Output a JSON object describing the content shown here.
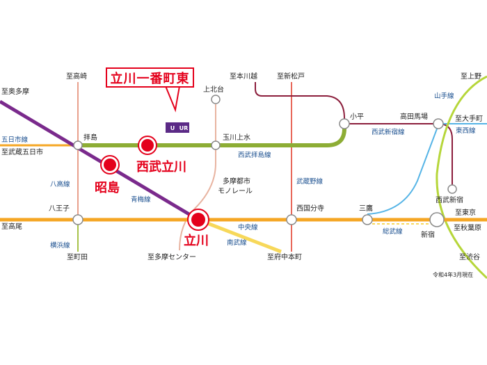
{
  "callout": {
    "title": "立川一番町東"
  },
  "badge": {
    "text": "UR"
  },
  "note": "令和4年3月現在",
  "colors": {
    "chuo": "#f5a623",
    "haijima": "#8dad35",
    "ome": "#7a2a8c",
    "shinjuku": "#8b1d3b",
    "musashino": "#e8685a",
    "nambu": "#f7d85a",
    "monorail": "#e8b3a0",
    "yamanote": "#b6d63a",
    "tozai": "#55b4e6",
    "station": "#ffffff",
    "highlight": "#e4001b"
  },
  "highlights": [
    {
      "name": "昭島"
    },
    {
      "name": "西武立川"
    },
    {
      "name": "立川"
    }
  ],
  "stations": {
    "haijima": "拝島",
    "tamagawa_josui": "玉川上水",
    "kodaira": "小平",
    "takadanobaba": "高田馬場",
    "hachioji": "八王子",
    "kokubunji": "西国分寺",
    "mitaka": "三鷹",
    "shinjuku": "新宿",
    "seibu_shinjuku": "西武新宿",
    "kamikitadai": "上北台"
  },
  "directions": {
    "takasaki": "至高崎",
    "okutama": "至奥多摩",
    "musashi_itsukaichi": "至武蔵五日市",
    "takao": "至高尾",
    "machida": "至町田",
    "tama_center": "至多摩センター",
    "fuchu_hommachi": "至府中本町",
    "hon_kawagoe": "至本川越",
    "shin_matsudo": "至新松戸",
    "ueno": "至上野",
    "otemachi": "至大手町",
    "tokyo": "至東京",
    "akihabara": "至秋葉原",
    "shibuya": "至渋谷"
  },
  "lines": {
    "itsukaichi": "五日市線",
    "hachiko": "八高線",
    "ome": "青梅線",
    "yokohama": "横浜線",
    "seibu_haijima": "西武拝島線",
    "monorail": "多摩都市\nモノレール",
    "musashino": "武蔵野線",
    "chuo": "中央線",
    "nambu": "南武線",
    "seibu_shinjuku": "西武新宿線",
    "yamanote": "山手線",
    "tozai": "東西線",
    "sobu": "総武線"
  }
}
